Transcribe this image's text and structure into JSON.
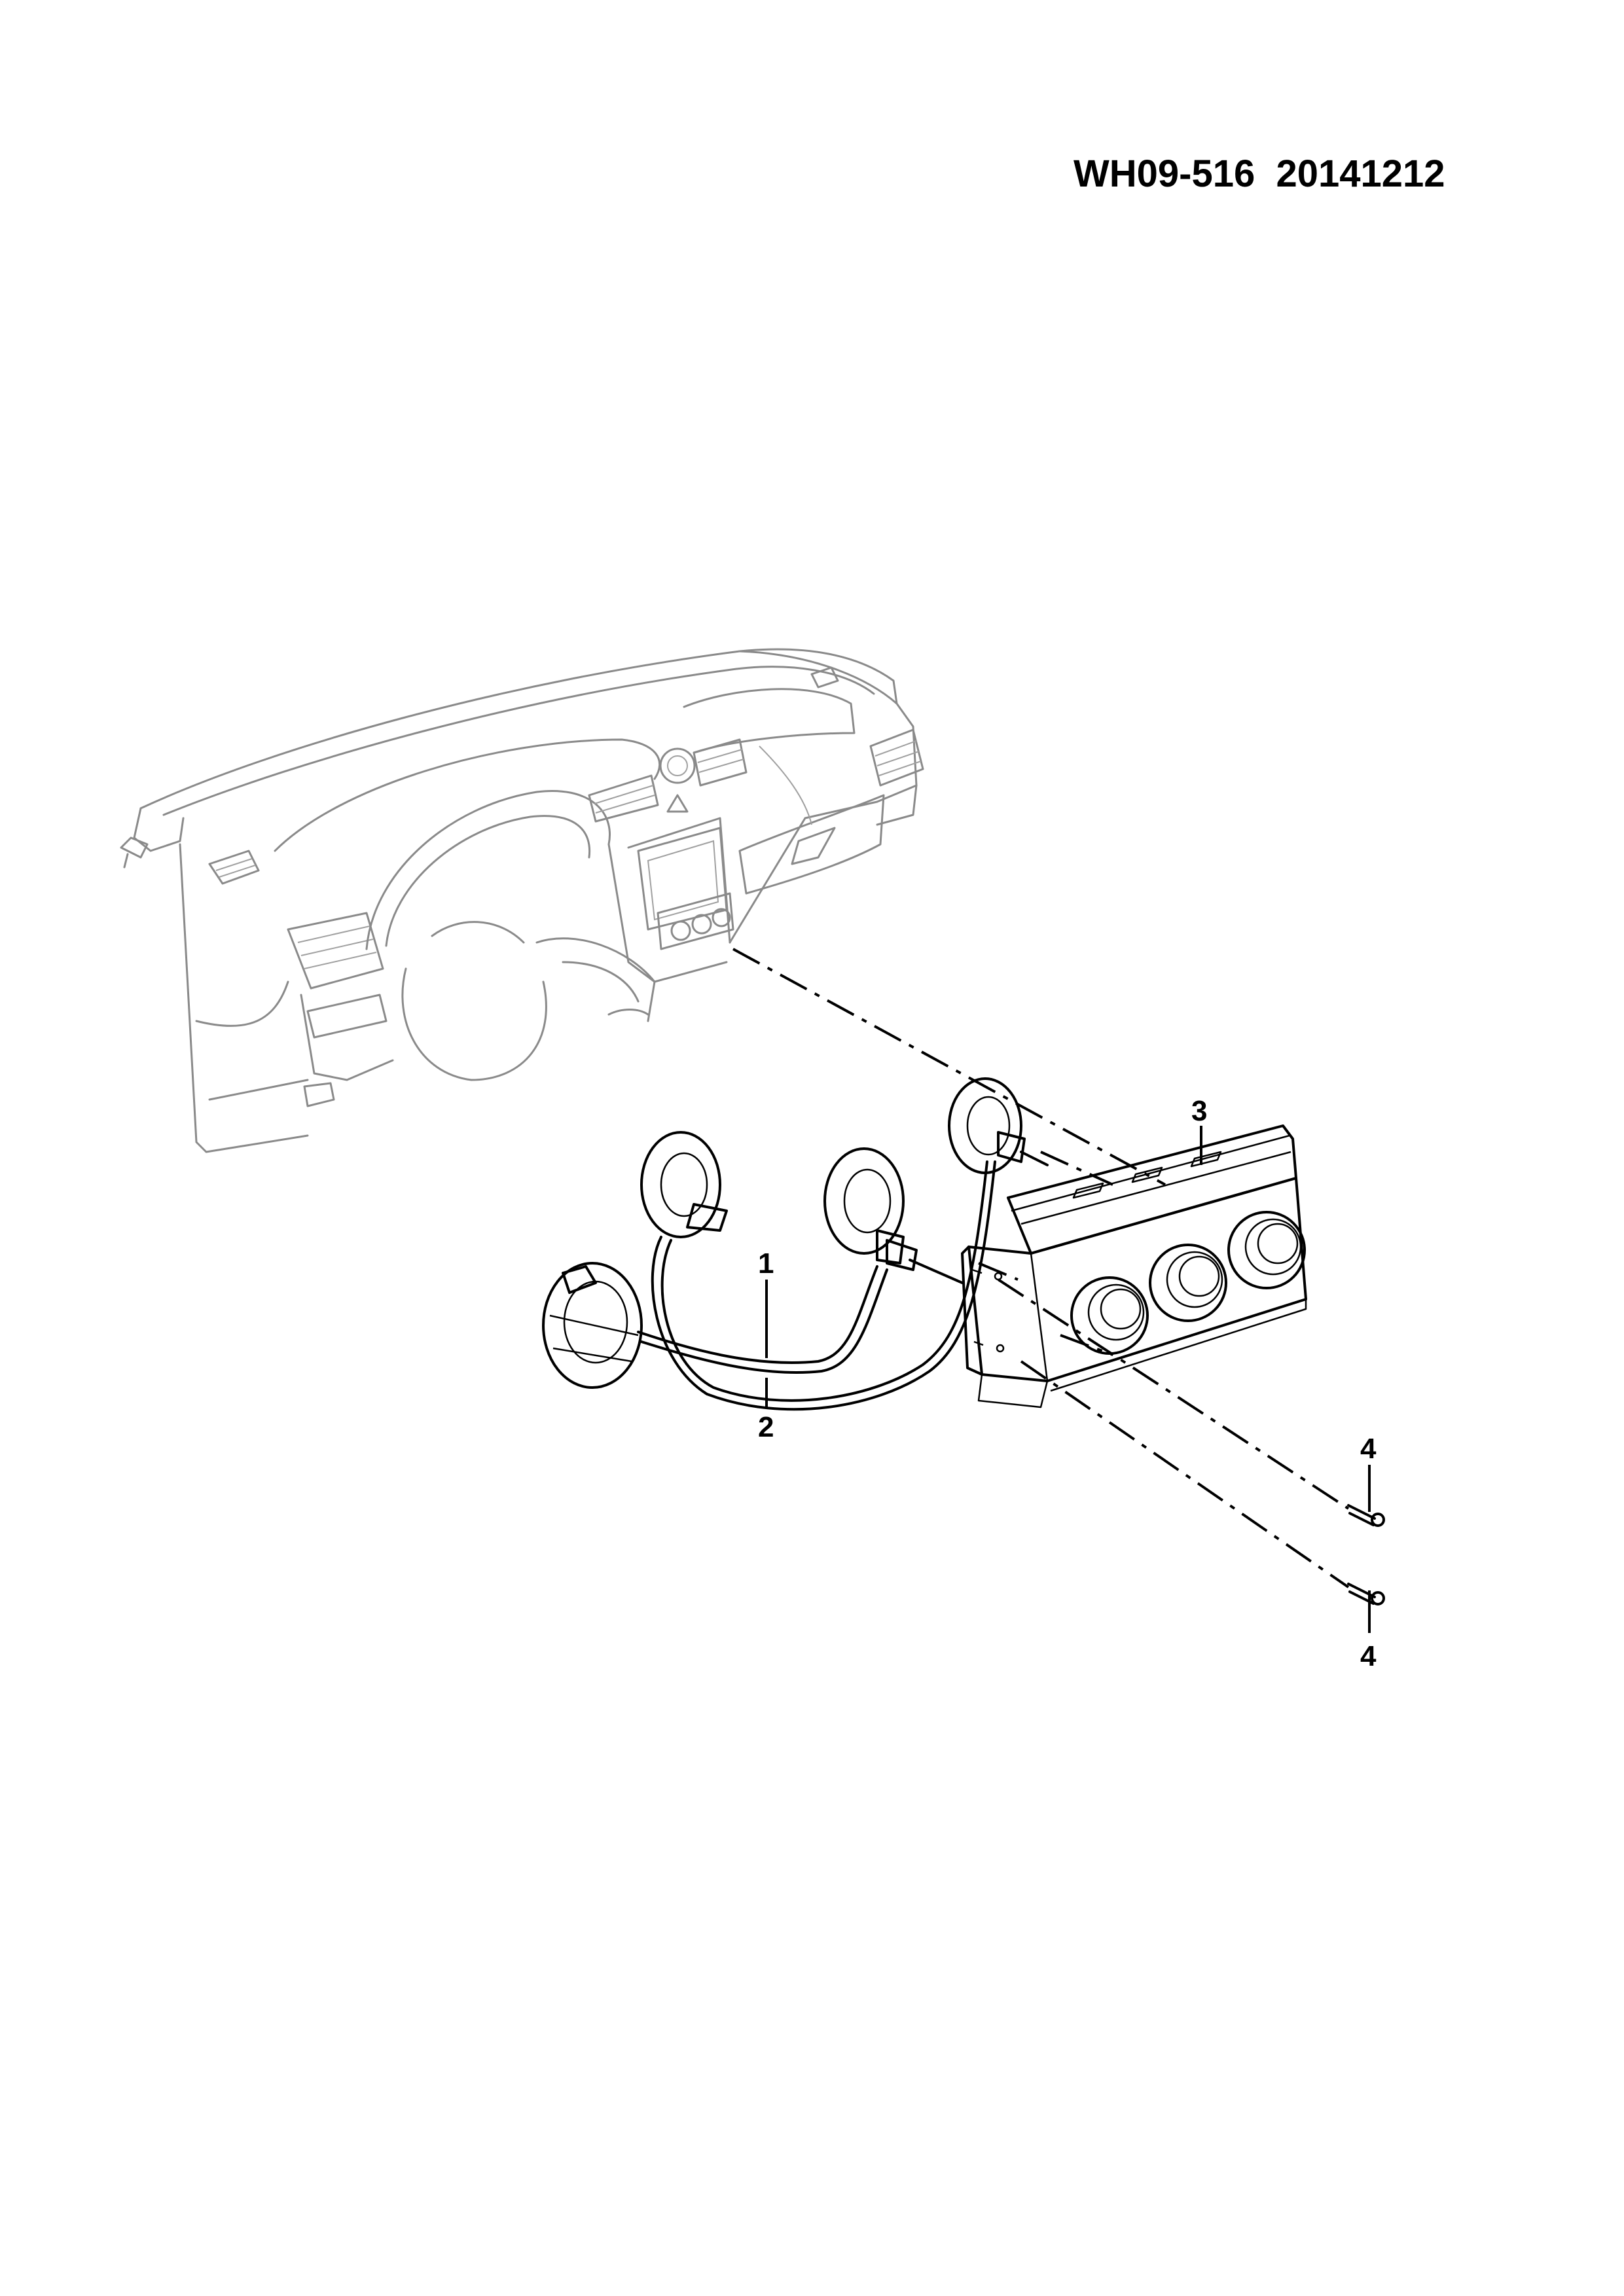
{
  "document": {
    "code": "WH09-516  20141212"
  },
  "callouts": [
    {
      "id": "1",
      "label": "1"
    },
    {
      "id": "2",
      "label": "2"
    },
    {
      "id": "3",
      "label": "3"
    },
    {
      "id": "4a",
      "label": "4"
    },
    {
      "id": "4b",
      "label": "4"
    }
  ],
  "components": [
    {
      "name": "dashboard-assembly",
      "style": "gray-outline"
    },
    {
      "name": "control-cable-1"
    },
    {
      "name": "control-cable-2"
    },
    {
      "name": "hvac-control-panel"
    },
    {
      "name": "mounting-screw"
    }
  ]
}
